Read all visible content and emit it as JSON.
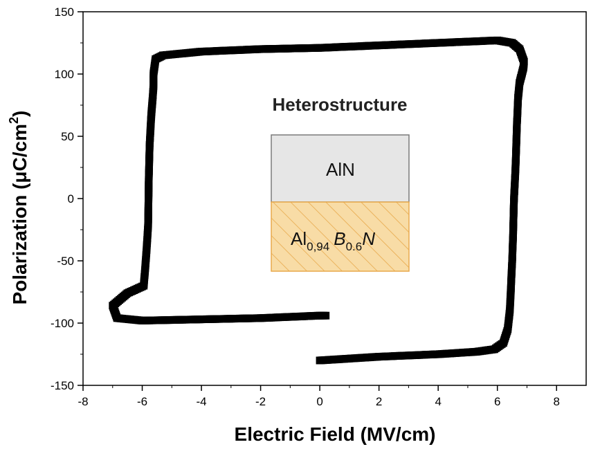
{
  "chart_data": {
    "type": "scatter",
    "title": "",
    "xlabel": "Electric Field (MV/cm)",
    "ylabel_main": "Polarization (μC/cm",
    "ylabel_sup": "2",
    "ylabel_close": ")",
    "xlim": [
      -8,
      9
    ],
    "ylim": [
      -150,
      150
    ],
    "xticks": [
      -8,
      -6,
      -4,
      -2,
      0,
      2,
      4,
      6,
      8
    ],
    "yticks": [
      -150,
      -100,
      -50,
      0,
      50,
      100,
      150
    ],
    "xtick_labels": [
      "-8",
      "-6",
      "-4",
      "-2",
      "0",
      "2",
      "4",
      "6",
      "8"
    ],
    "ytick_labels": [
      "-150",
      "-100",
      "-50",
      "0",
      "50",
      "100",
      "150"
    ],
    "grid": false,
    "series": [
      {
        "color": "#000000",
        "marker": "square",
        "points": [
          [
            0.0,
            -130
          ],
          [
            2.0,
            -127
          ],
          [
            4.0,
            -125
          ],
          [
            5.3,
            -123
          ],
          [
            5.9,
            -121
          ],
          [
            6.2,
            -116
          ],
          [
            6.35,
            -105
          ],
          [
            6.42,
            -90
          ],
          [
            6.45,
            -76
          ],
          [
            6.47,
            -65
          ],
          [
            6.5,
            -50
          ],
          [
            6.53,
            -30
          ],
          [
            6.56,
            -1
          ],
          [
            6.6,
            18
          ],
          [
            6.63,
            36
          ],
          [
            6.66,
            59
          ],
          [
            6.7,
            81
          ],
          [
            6.75,
            93
          ],
          [
            6.88,
            105
          ],
          [
            6.9,
            110
          ],
          [
            6.75,
            120
          ],
          [
            6.5,
            125
          ],
          [
            6.0,
            127
          ],
          [
            4.0,
            125
          ],
          [
            2.0,
            123
          ],
          [
            0.0,
            121
          ],
          [
            -2.0,
            120
          ],
          [
            -4.0,
            118
          ],
          [
            -5.3,
            115
          ],
          [
            -5.55,
            112
          ],
          [
            -5.62,
            100
          ],
          [
            -5.62,
            90
          ],
          [
            -5.65,
            80
          ],
          [
            -5.7,
            65
          ],
          [
            -5.75,
            43
          ],
          [
            -5.78,
            15
          ],
          [
            -5.8,
            -21
          ],
          [
            -5.85,
            -40
          ],
          [
            -5.9,
            -56
          ],
          [
            -5.95,
            -70
          ],
          [
            -6.5,
            -76
          ],
          [
            -7.0,
            -86
          ],
          [
            -6.85,
            -96
          ],
          [
            -6.0,
            -98
          ],
          [
            -4.0,
            -97
          ],
          [
            -2.0,
            -96
          ],
          [
            0.0,
            -94
          ],
          [
            0.2,
            -94
          ]
        ]
      }
    ],
    "inset": {
      "title": "Heterostructure",
      "top_layer": "AlN",
      "bottom_layer_base": "Al",
      "bottom_layer_sub1": "0,94",
      "bottom_layer_mid": "B",
      "bottom_layer_sub2": "0.6",
      "bottom_layer_end": "N",
      "top_color": "#e6e6e6",
      "bottom_color": "#f8dca6",
      "hatch_color": "#e8a94c",
      "edge_color": "#7a7a7a",
      "bottom_edge_color": "#e8a94c"
    }
  }
}
